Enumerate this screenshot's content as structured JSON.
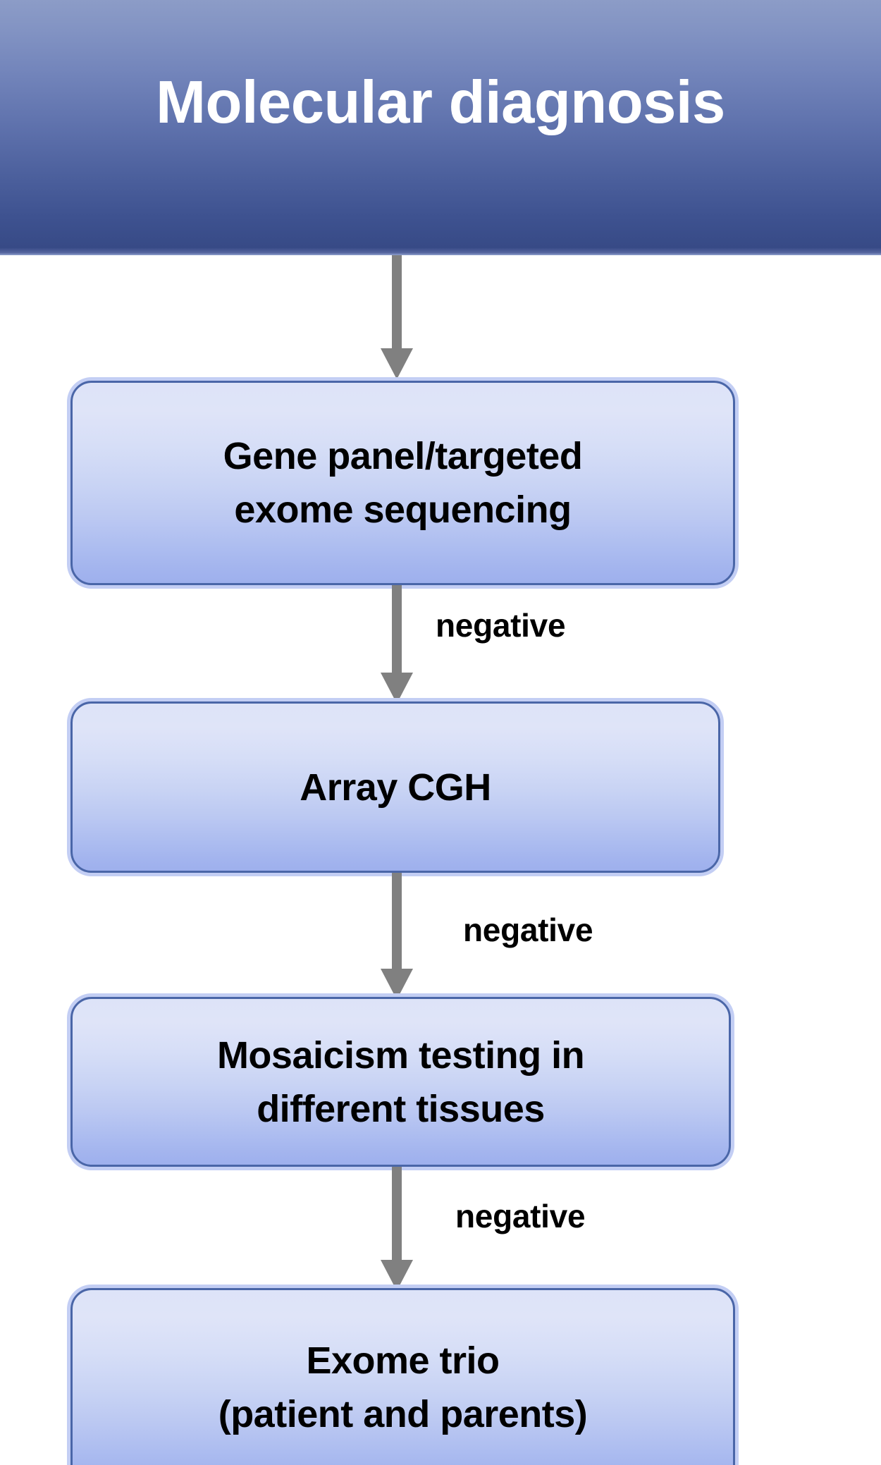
{
  "header": {
    "title": "Molecular diagnosis",
    "gradient_top": "#8c9cc7",
    "gradient_bottom": "#374a86",
    "title_color": "#ffffff"
  },
  "theme": {
    "box_border": "#4a66a8",
    "box_fill_top": "#dde3f8",
    "box_fill_bottom": "#9eb0ed",
    "box_glow": "#c3cef4",
    "arrow_color": "#808080",
    "text_color": "#000000",
    "background": "#ffffff"
  },
  "flow": {
    "nodes": [
      {
        "id": "gene-panel",
        "line1": "Gene panel/targeted",
        "line2": "exome sequencing"
      },
      {
        "id": "array-cgh",
        "line1": "Array CGH",
        "line2": ""
      },
      {
        "id": "mosaicism",
        "line1": "Mosaicism testing in",
        "line2": "different tissues"
      },
      {
        "id": "exome-trio",
        "line1": "Exome trio",
        "line2": "(patient and parents)"
      }
    ],
    "edges": [
      {
        "id": "edge-header-to-gene-panel",
        "label": ""
      },
      {
        "id": "edge-gene-panel-to-array-cgh",
        "label": "negative"
      },
      {
        "id": "edge-array-cgh-to-mosaicism",
        "label": "negative"
      },
      {
        "id": "edge-mosaicism-to-exome-trio",
        "label": "negative"
      }
    ]
  }
}
